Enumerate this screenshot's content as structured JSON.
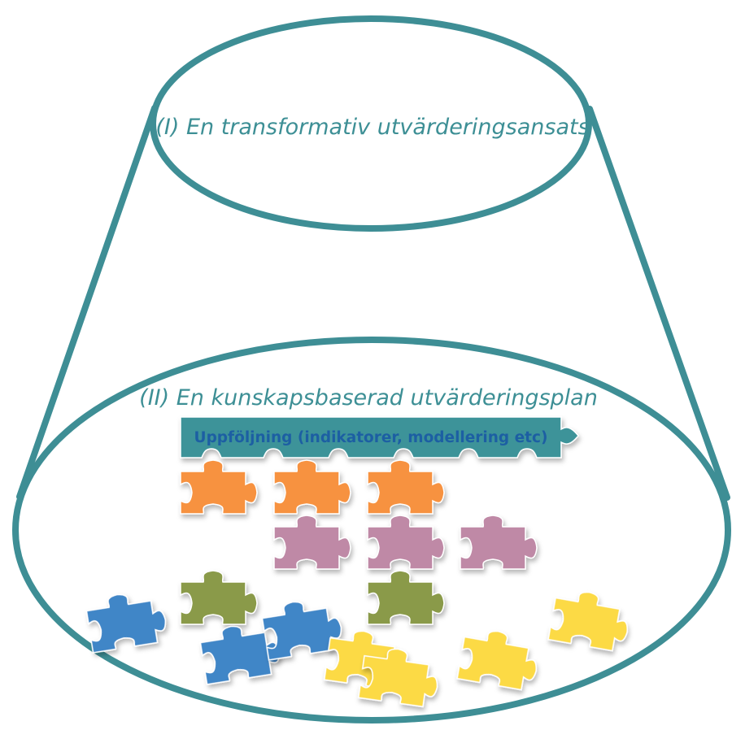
{
  "top_ellipse_label": "(I) En transformativ utvärderingsansats",
  "bottom_ellipse_label": "(II) En kunskapsbaserad utvärderingsplan",
  "banner_label": "Uppföljning (indikatorer, modellering etc)",
  "colors": {
    "outline": "#3e8e95",
    "top_text": "#3d8f95",
    "banner_fill": "#3e9399",
    "banner_text": "#1f5fa3",
    "orange": "#f7923f",
    "purple": "#bf89a6",
    "olive": "#8a9a48",
    "blue": "#3f86c7",
    "yellow": "#fcda45"
  },
  "puzzle_pieces": [
    {
      "color": "orange"
    },
    {
      "color": "orange"
    },
    {
      "color": "orange"
    },
    {
      "color": "purple"
    },
    {
      "color": "purple"
    },
    {
      "color": "purple"
    },
    {
      "color": "olive"
    },
    {
      "color": "olive"
    },
    {
      "color": "blue"
    },
    {
      "color": "blue"
    },
    {
      "color": "blue"
    },
    {
      "color": "yellow"
    },
    {
      "color": "yellow"
    },
    {
      "color": "yellow"
    },
    {
      "color": "yellow"
    }
  ]
}
